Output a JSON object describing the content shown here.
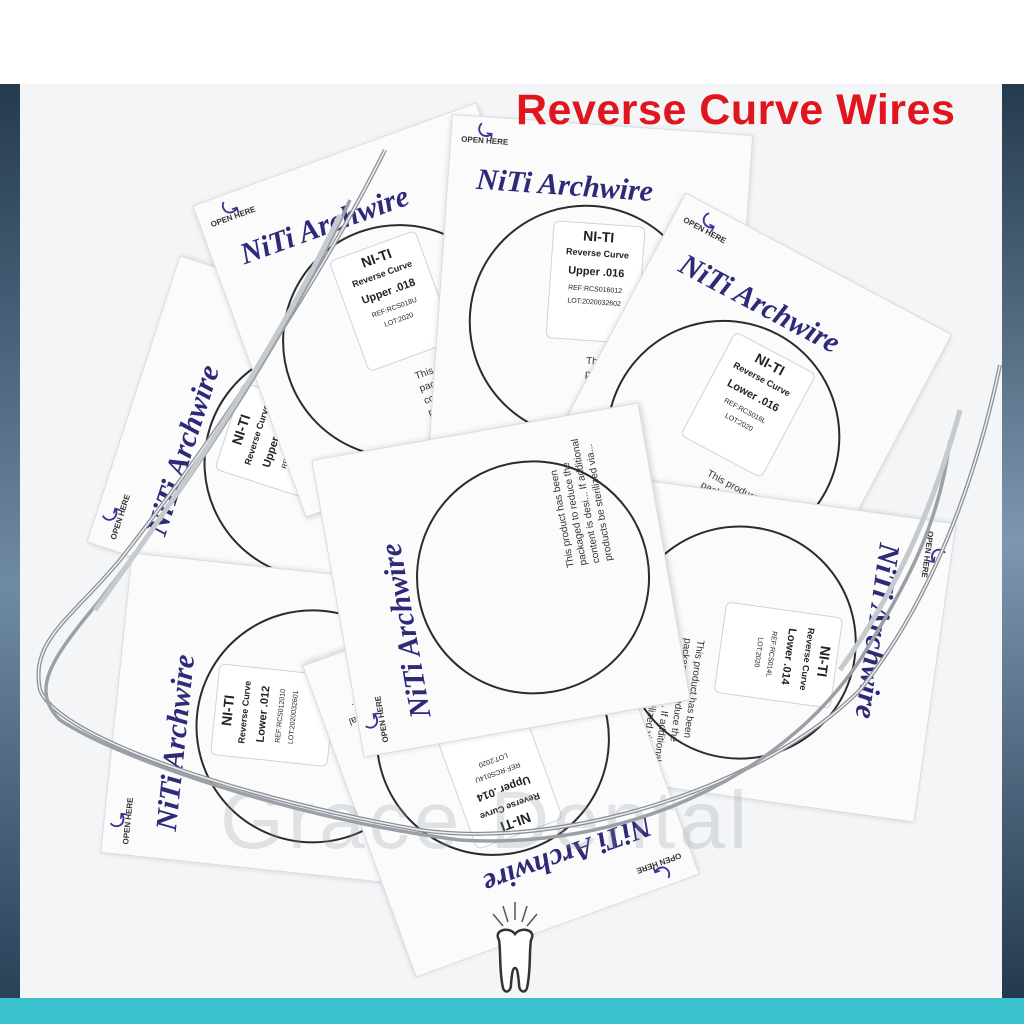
{
  "title": "Reverse Curve Wires",
  "packet": {
    "brand": "NiTi Archwire",
    "open_label": "OPEN HERE",
    "note": "This product has been packaged to reduce the content is desi... If additional products be sterilized via..."
  },
  "labels": [
    {
      "l1": "NI-TI",
      "l2": "Reverse Curve",
      "l3": "Upper .018",
      "l4": "REF:RCS018U",
      "l5": "LOT:2020"
    },
    {
      "l1": "NI-TI",
      "l2": "Reverse Curve",
      "l3": "Upper .016",
      "l4": "REF:RCS016012",
      "l5": "LOT:2020032602"
    },
    {
      "l1": "NI-TI",
      "l2": "Reverse Curve",
      "l3": "Lower .016",
      "l4": "REF:RCS016L",
      "l5": "LOT:2020"
    },
    {
      "l1": "NI-TI",
      "l2": "Reverse Curve",
      "l3": "Lower .012",
      "l4": "REF:RCS012010",
      "l5": "LOT:2020032601"
    },
    {
      "l1": "NI-TI",
      "l2": "Reverse Curve",
      "l3": "Lower .014",
      "l4": "REF:RCS014L",
      "l5": "LOT:2020"
    },
    {
      "l1": "NI-TI",
      "l2": "Reverse Curve",
      "l3": "Upper .014",
      "l4": "REF:RCS014U",
      "l5": "LOT:2020"
    }
  ],
  "watermark": "Grace Dental",
  "colors": {
    "title": "#e0161e",
    "brand_text": "#2e2a78",
    "bottom_band": "#39c2cc",
    "side_bars": "#2a4158"
  }
}
